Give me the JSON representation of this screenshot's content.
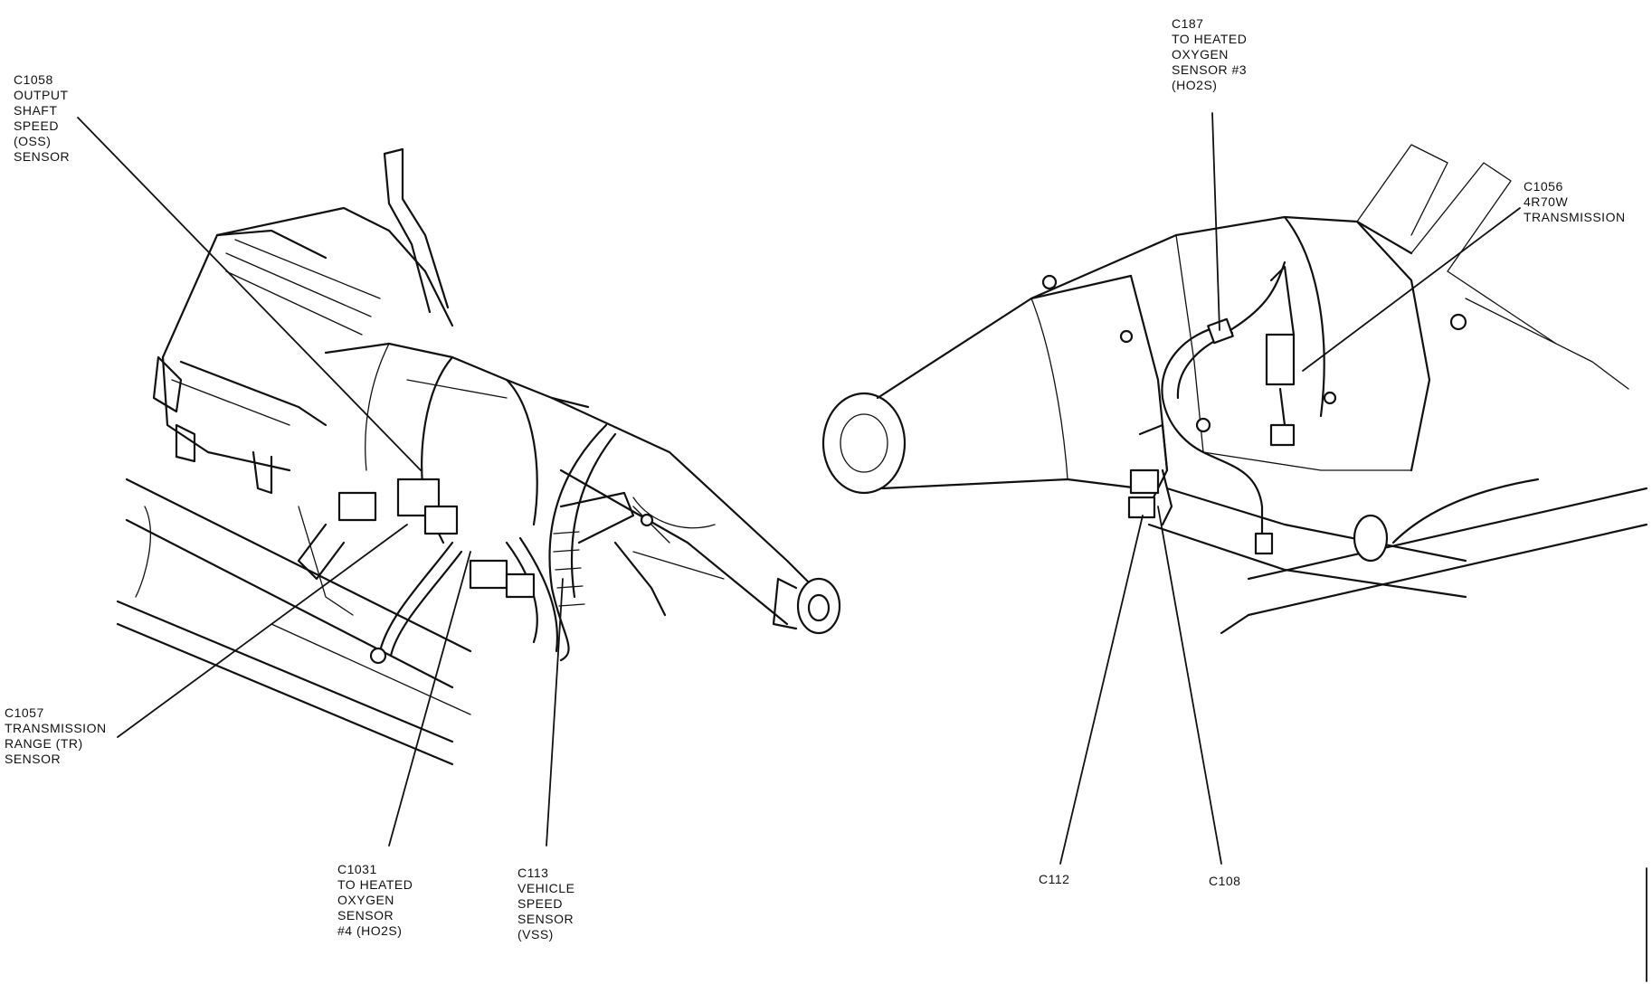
{
  "labels": {
    "c1058": [
      "C1058",
      "OUTPUT",
      "SHAFT",
      "SPEED",
      "(OSS)",
      "SENSOR"
    ],
    "c187": [
      "C187",
      "TO HEATED",
      "OXYGEN",
      "SENSOR #3",
      "(HO2S)"
    ],
    "c1056": [
      "C1056",
      "4R70W",
      "TRANSMISSION"
    ],
    "c1057": [
      "C1057",
      "TRANSMISSION",
      "RANGE (TR)",
      "SENSOR"
    ],
    "c1031": [
      "C1031",
      "TO HEATED",
      "OXYGEN",
      "SENSOR",
      "#4 (HO2S)"
    ],
    "c113": [
      "C113",
      "VEHICLE",
      "SPEED",
      "SENSOR",
      "(VSS)"
    ],
    "c112": [
      "C112"
    ],
    "c108": [
      "C108"
    ]
  },
  "colors": {
    "ink": "#111111",
    "paper": "#ffffff"
  }
}
